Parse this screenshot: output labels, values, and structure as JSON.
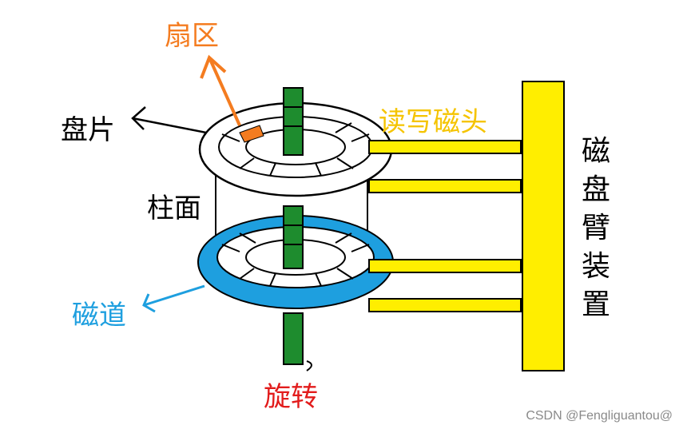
{
  "labels": {
    "sector": "扇区",
    "platter": "盘片",
    "head": "读写磁头",
    "cylinder": "柱面",
    "track": "磁道",
    "rotation": "旋转",
    "arm": [
      "磁",
      "盘",
      "臂",
      "装",
      "置"
    ]
  },
  "watermark": "CSDN @Fengliguantou@",
  "colors": {
    "sector": "#f47c20",
    "head_label": "#f5c400",
    "track": "#1e9fdf",
    "rotation": "#e21c1c",
    "arm": "#ffee00",
    "spindle": "#1e8c2e",
    "outline": "#000000"
  }
}
